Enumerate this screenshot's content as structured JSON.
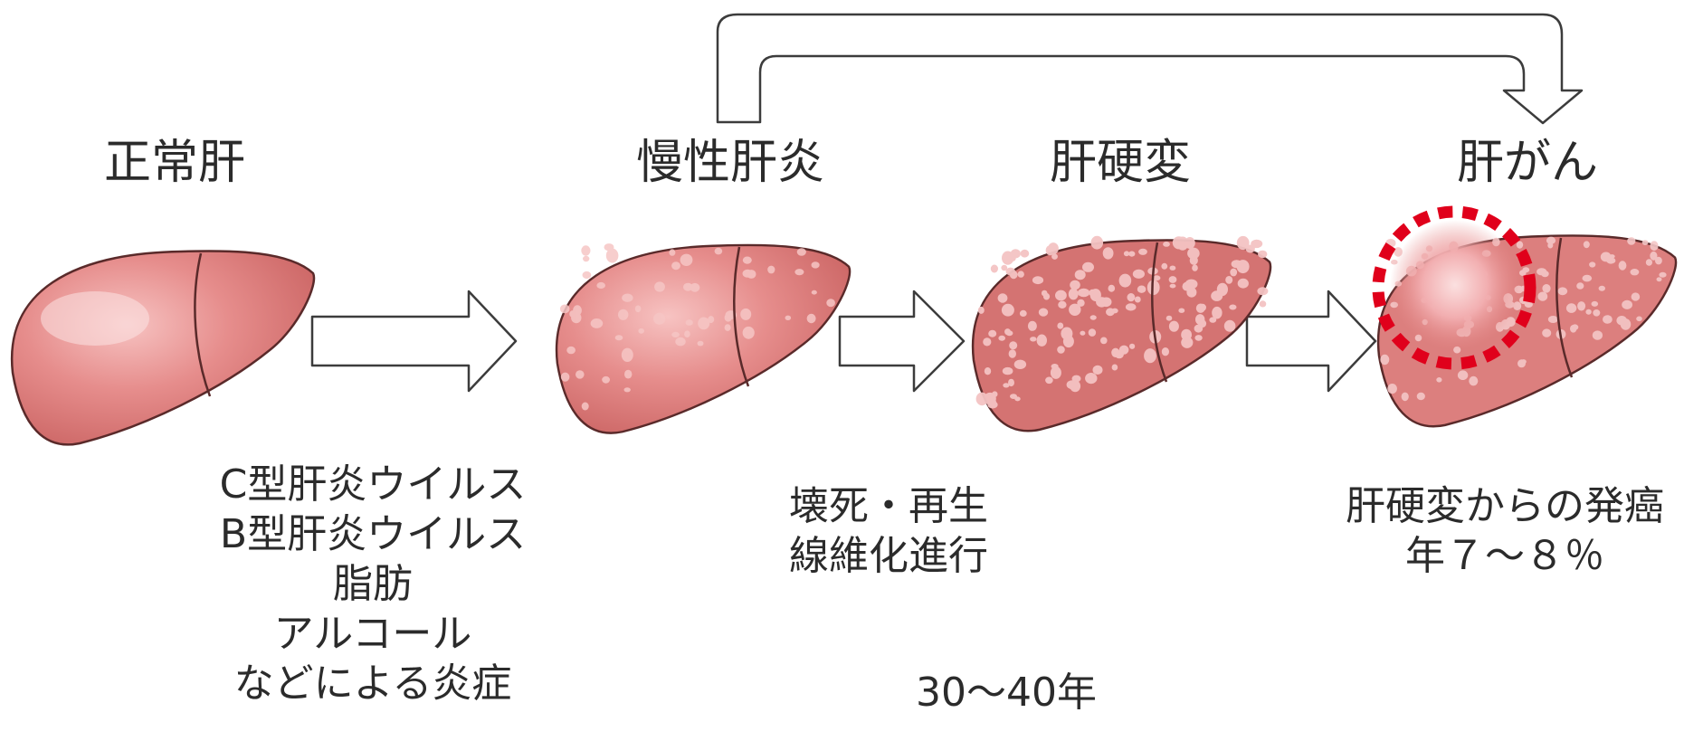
{
  "stages": [
    {
      "label": "正常肝",
      "condition": "normal"
    },
    {
      "label": "慢性肝炎",
      "condition": "chronic_hepatitis"
    },
    {
      "label": "肝硬変",
      "condition": "cirrhosis"
    },
    {
      "label": "肝がん",
      "condition": "cancer"
    }
  ],
  "notes": {
    "causes": [
      "C型肝炎ウイルス",
      "B型肝炎ウイルス",
      "脂肪",
      "アルコール",
      "などによる炎症"
    ],
    "progression": [
      "壊死・再生",
      "線維化進行"
    ],
    "cancer_rate": [
      "肝硬変からの発癌",
      "年７～８％"
    ],
    "duration": "30～40年"
  },
  "colors": {
    "liver_base": "#e0807f",
    "liver_light": "#f6bcbb",
    "liver_edge": "#5a2a2a",
    "nodule": "#f7c9c9",
    "tumor_marker": "#e0001b",
    "arrow_stroke": "#3c3c3c"
  }
}
